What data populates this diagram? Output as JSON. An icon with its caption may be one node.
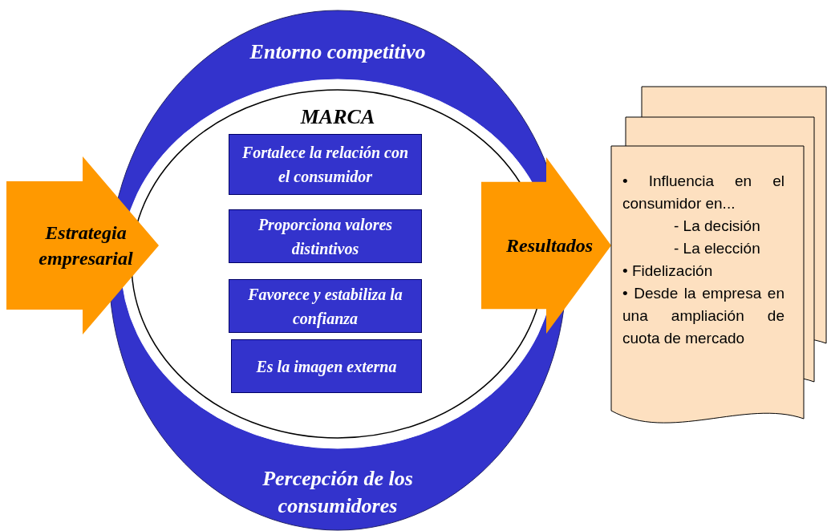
{
  "diagram": {
    "nodes": [
      {
        "text": [
          "Entorno competitivo",
          "Percepción de los consumidores"
        ]
      },
      {
        "text": [
          "MARCA"
        ],
        "in": 0
      },
      {
        "text": [
          "Fortalece la relación con el consumidor"
        ],
        "in": 1
      },
      {
        "text": [
          "Proporciona valores distintivos"
        ],
        "in": 1
      },
      {
        "text": [
          "Favorece y estabiliza la confianza"
        ],
        "in": 1
      },
      {
        "text": [
          "Es la imagen externa"
        ],
        "in": 1
      },
      {
        "text": [
          "Estrategia empresarial"
        ]
      },
      {
        "text": [
          "Resultados"
        ]
      },
      {
        "text": [
          "• Influencia en el consumidor en...",
          "- La decisión",
          "- La elección",
          "• Fidelización",
          "• Desde la empresa en una ampliación de cuota de mercado"
        ]
      }
    ]
  }
}
